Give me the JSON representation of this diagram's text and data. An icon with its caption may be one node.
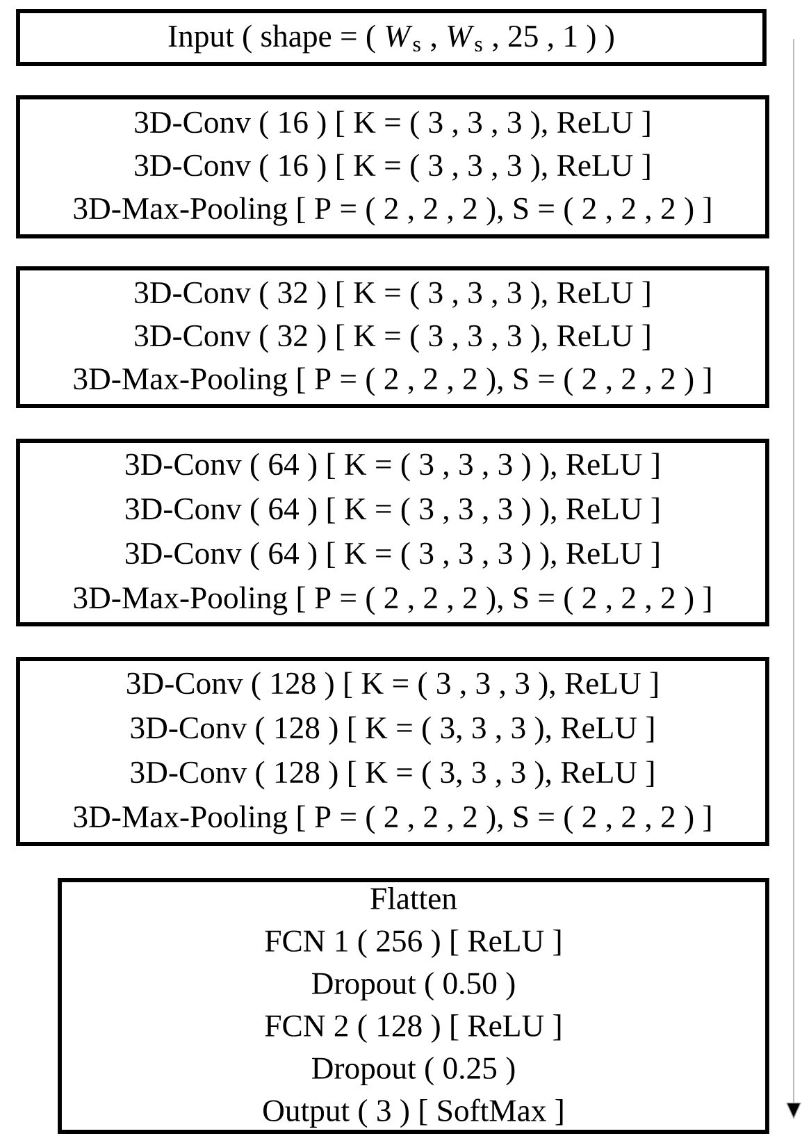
{
  "diagram": {
    "nodes": [
      {
        "text": [
          "Input ( shape = ( *W*$_{s}$ , *W*$_{s}$ , 25 , 1 ) )"
        ]
      },
      {
        "text": [
          "3D-Conv ( 16 ) [ K = ( 3 , 3 , 3 ), ReLU ]",
          "3D-Conv ( 16 ) [ K = ( 3 , 3 , 3 ), ReLU ]",
          "3D-Max-Pooling [ P = ( 2 , 2 , 2 ), S = ( 2 , 2 , 2 ) ]"
        ]
      },
      {
        "text": [
          "3D-Conv ( 32 ) [ K = ( 3 , 3 , 3 ), ReLU ]",
          "3D-Conv ( 32 ) [ K = ( 3 , 3 , 3 ), ReLU ]",
          "3D-Max-Pooling [ P = ( 2 , 2 , 2 ), S = ( 2 , 2 , 2 ) ]"
        ]
      },
      {
        "text": [
          "3D-Conv ( 64 ) [ K = ( 3 , 3 , 3 ) ), ReLU ]",
          "3D-Conv ( 64 ) [ K = ( 3 , 3 , 3 ) ), ReLU ]",
          "3D-Conv ( 64 ) [ K = ( 3 , 3 , 3 ) ), ReLU ]",
          "3D-Max-Pooling [ P = ( 2 , 2 , 2 ), S = ( 2 , 2 , 2 ) ]"
        ]
      },
      {
        "text": [
          "3D-Conv ( 128 ) [ K = ( 3 , 3 , 3 ), ReLU ]",
          "3D-Conv ( 128 ) [ K = ( 3, 3 , 3 ), ReLU ]",
          "3D-Conv ( 128 ) [ K = ( 3, 3 , 3 ), ReLU ]",
          "3D-Max-Pooling [ P = ( 2 , 2 , 2 ), S = ( 2 , 2 , 2 ) ]"
        ]
      },
      {
        "text": [
          "Flatten",
          "FCN 1 ( 256 ) [ ReLU ]",
          "Dropout ( 0.50 )",
          "FCN 2 ( 128 ) [ ReLU ]",
          "Dropout ( 0.25 )",
          "Output ( 3 ) [ SoftMax ]"
        ]
      }
    ]
  }
}
